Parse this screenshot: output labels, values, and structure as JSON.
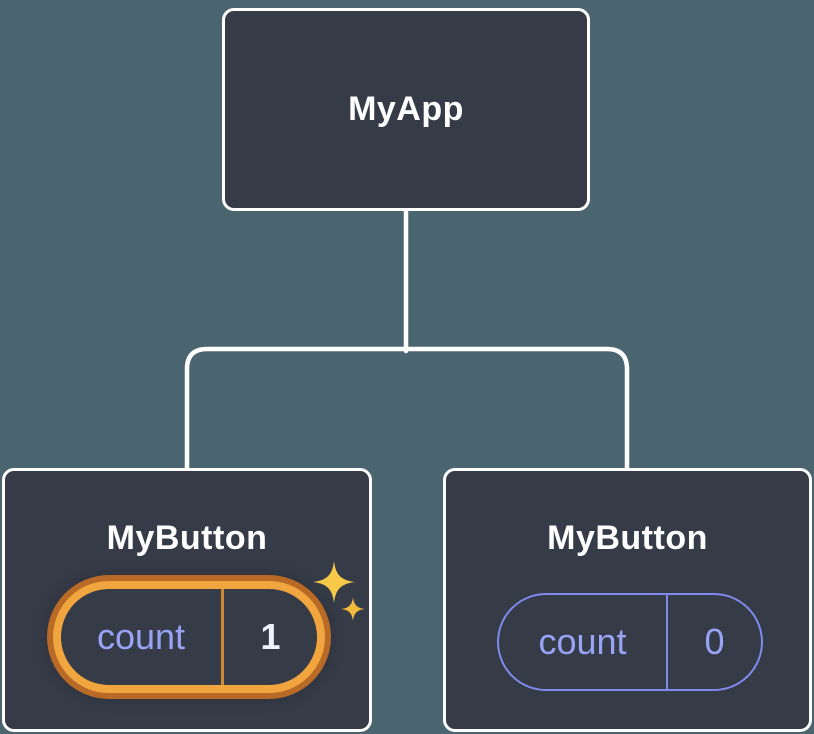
{
  "diagram": {
    "root": {
      "label": "MyApp"
    },
    "children": [
      {
        "label": "MyButton",
        "state": {
          "key": "count",
          "value": "1"
        },
        "highlighted": true
      },
      {
        "label": "MyButton",
        "state": {
          "key": "count",
          "value": "0"
        },
        "highlighted": false
      }
    ]
  },
  "colors": {
    "background": "#4b6570",
    "node_fill": "#353b47",
    "node_border": "#ffffff",
    "state_accent": "#7f8bec",
    "state_text": "#98a3f5",
    "highlight_border": "#f0a53e",
    "highlight_outer_ring": "#b96a26",
    "sparkle_gold": "#f7c948"
  },
  "icons": {
    "sparkle": "✦"
  }
}
